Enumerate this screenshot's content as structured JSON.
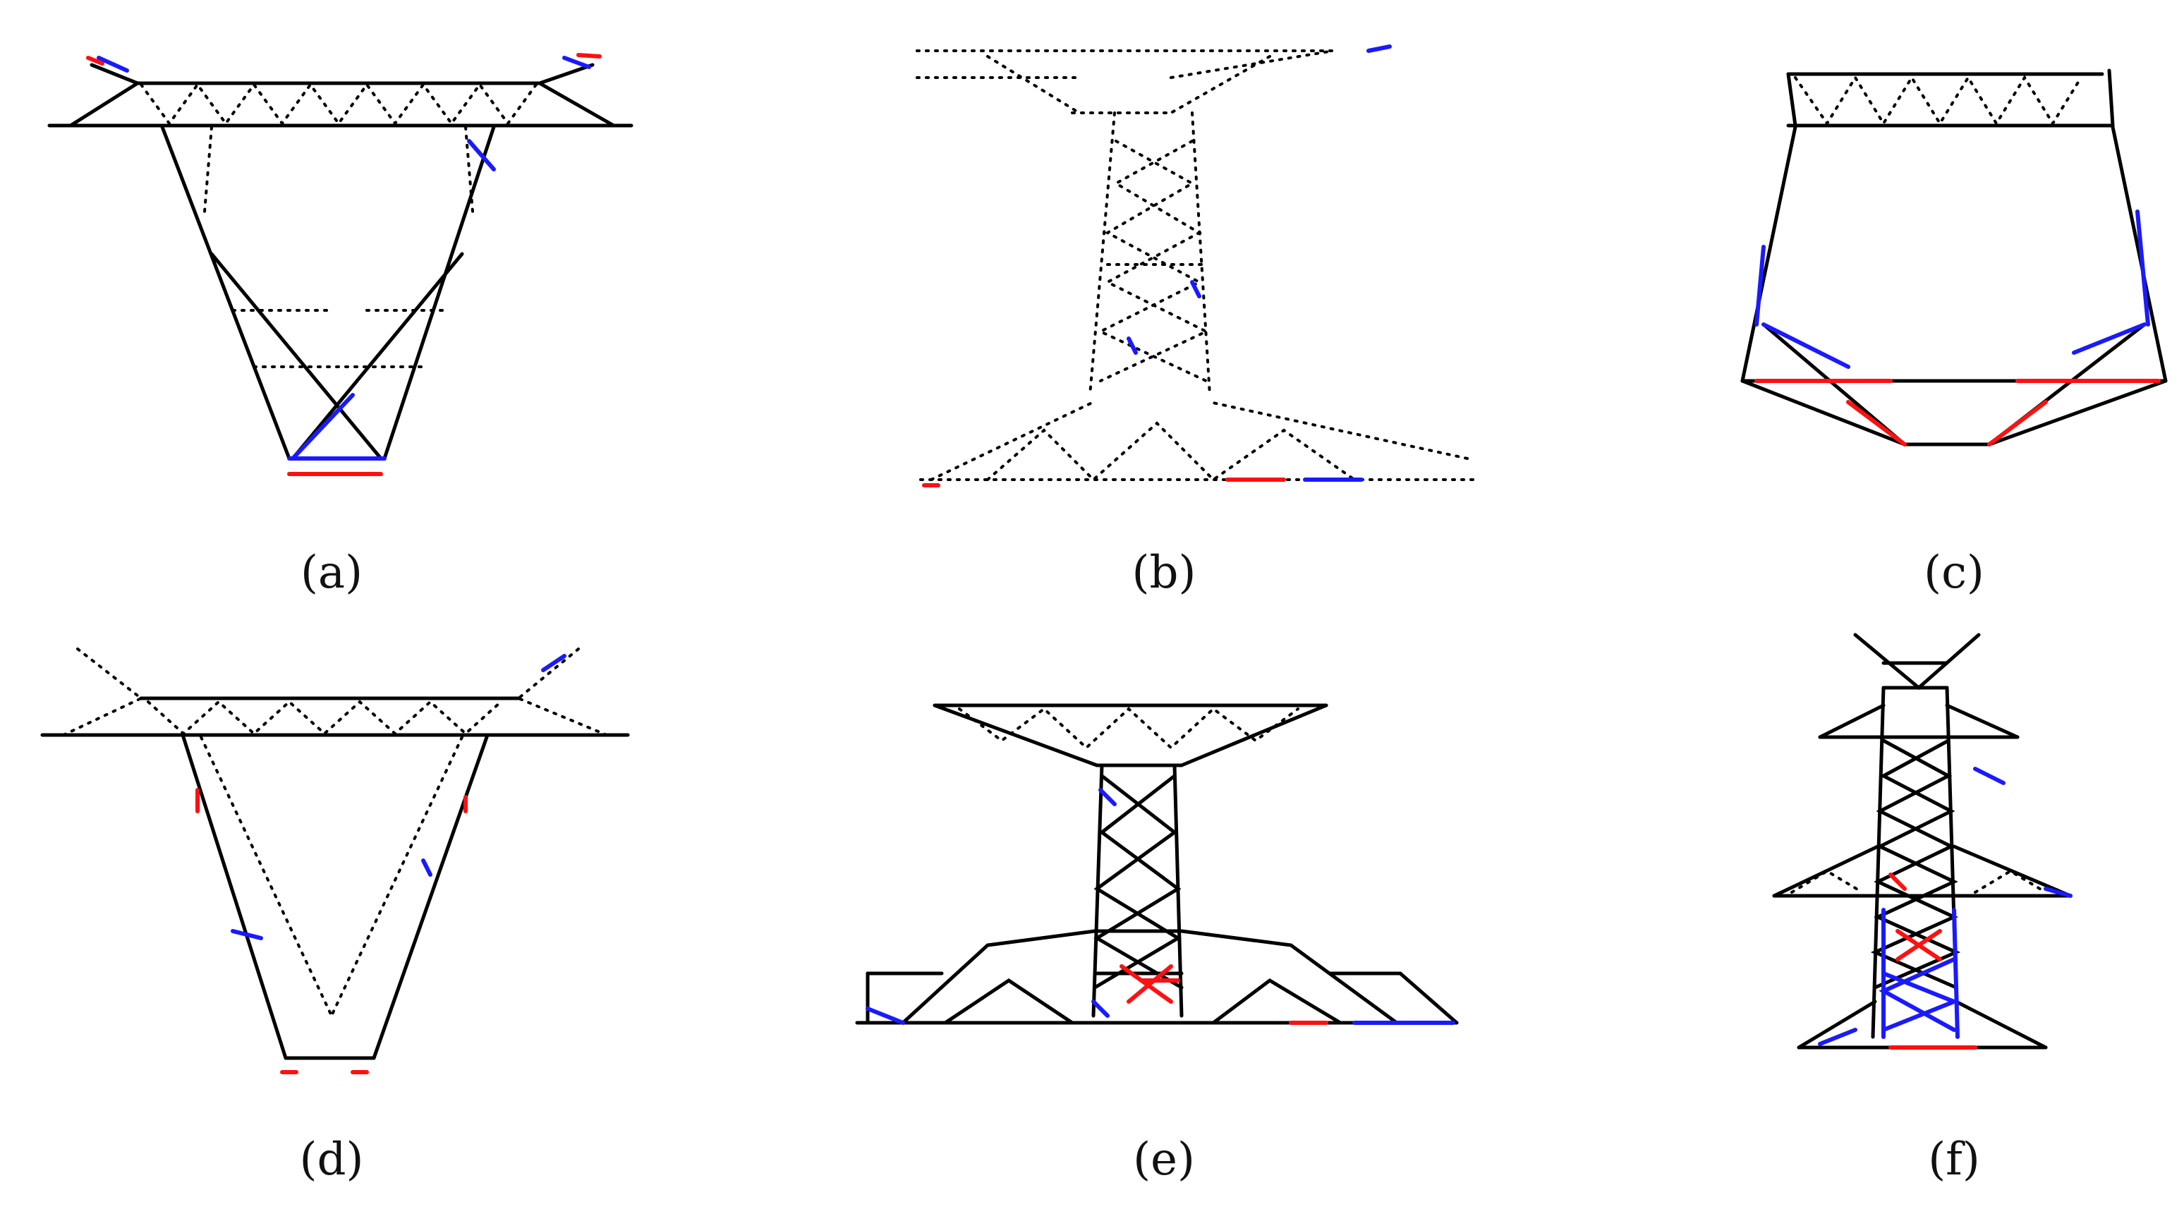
{
  "figure": {
    "panels": [
      {
        "id": "a",
        "label": "(a)"
      },
      {
        "id": "b",
        "label": "(b)"
      },
      {
        "id": "c",
        "label": "(c)"
      },
      {
        "id": "d",
        "label": "(d)"
      },
      {
        "id": "e",
        "label": "(e)"
      },
      {
        "id": "f",
        "label": "(f)"
      }
    ],
    "colors": {
      "structure": "#000000",
      "blue_points": "#1a1aff",
      "red_points": "#ff1010",
      "background": "#ffffff"
    }
  }
}
